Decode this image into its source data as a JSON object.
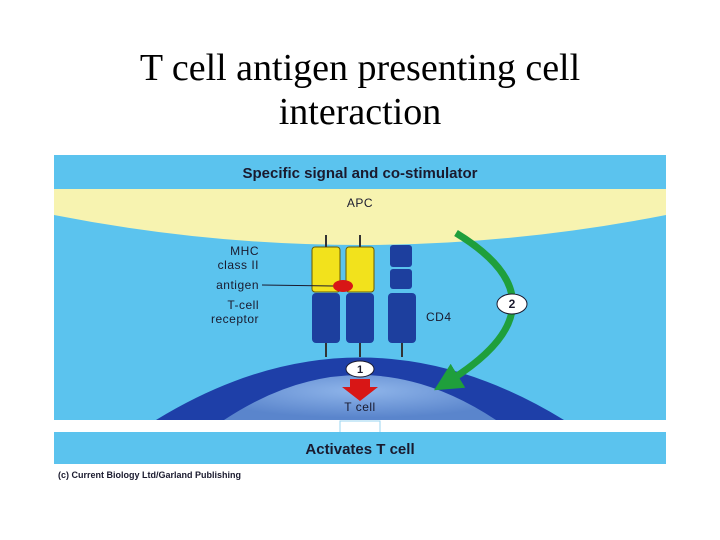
{
  "title_line1": "T cell antigen presenting cell",
  "title_line2": "interaction",
  "figure": {
    "header": "Specific signal and co-stimulator",
    "apc_label": "APC",
    "mhc_label_line1": "MHC",
    "mhc_label_line2": "class II",
    "antigen_label": "antigen",
    "tcr_label_line1": "T-cell",
    "tcr_label_line2": "receptor",
    "cd4_label": "CD4",
    "signal1": "1",
    "signal2": "2",
    "tcell_label": "T cell",
    "footer": "Activates T cell",
    "credit": "(c) Current Biology Ltd/Garland Publishing"
  },
  "colors": {
    "light_blue": "#5bc3ee",
    "apc_yellow": "#f7f3b0",
    "mhc_yellow": "#f2e21c",
    "receptor_blue": "#1d3f9e",
    "tcell_dark": "#1e3fa8",
    "tcell_core": "#6d9ad8",
    "antigen_red": "#d81616",
    "arrow_green": "#1f9f3c"
  }
}
